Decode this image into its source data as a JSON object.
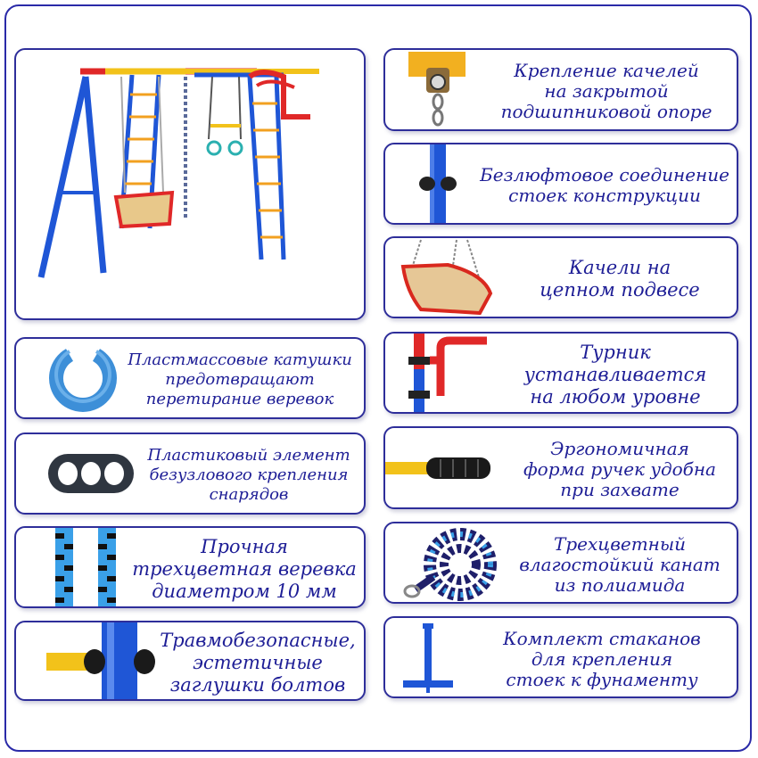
{
  "features": [
    {
      "id": "swing-mount",
      "lines": [
        "Крепление качелей",
        "на закрытой",
        "подшипниковой опоре"
      ],
      "icon": "bearing-mount-icon"
    },
    {
      "id": "joint",
      "lines": [
        "Безлюфтовое соединение",
        "стоек конструкции"
      ],
      "icon": "pole-joint-icon"
    },
    {
      "id": "chain-swing",
      "lines": [
        "Качели на",
        "цепном подвесе"
      ],
      "icon": "chain-swing-icon"
    },
    {
      "id": "spools",
      "lines": [
        "Пластмассовые катушки",
        "предотвращают",
        "перетирание веревок"
      ],
      "icon": "plastic-spool-icon"
    },
    {
      "id": "bar",
      "lines": [
        "Турник",
        "устанавливается",
        "на любом уровне"
      ],
      "icon": "pull-up-bar-icon"
    },
    {
      "id": "knotless",
      "lines": [
        "Пластиковый элемент",
        "безузлового крепления",
        "снарядов"
      ],
      "icon": "knotless-plate-icon"
    },
    {
      "id": "grips",
      "lines": [
        "Эргономичная",
        "форма ручек удобна",
        "при захвате"
      ],
      "icon": "handle-grip-icon"
    },
    {
      "id": "rope",
      "lines": [
        "Прочная",
        "трехцветная веревка",
        "диаметром 10 мм"
      ],
      "icon": "braided-rope-icon"
    },
    {
      "id": "climb-rope",
      "lines": [
        "Трехцветный",
        "влагостойкий канат",
        "из полиамида"
      ],
      "icon": "coiled-rope-icon"
    },
    {
      "id": "caps",
      "lines": [
        "Травмобезопасные,",
        "эстетичные",
        "заглушки болтов"
      ],
      "icon": "bolt-cap-icon"
    },
    {
      "id": "cups",
      "lines": [
        "Комплект стаканов",
        "для крепления",
        "стоек к фунаменту"
      ],
      "icon": "ground-cup-icon"
    }
  ],
  "colors": {
    "frame": "#2a2aa8",
    "text": "#1e1e96",
    "blue": "#1f56d6",
    "red": "#e02828",
    "yellow": "#f2c21a"
  }
}
